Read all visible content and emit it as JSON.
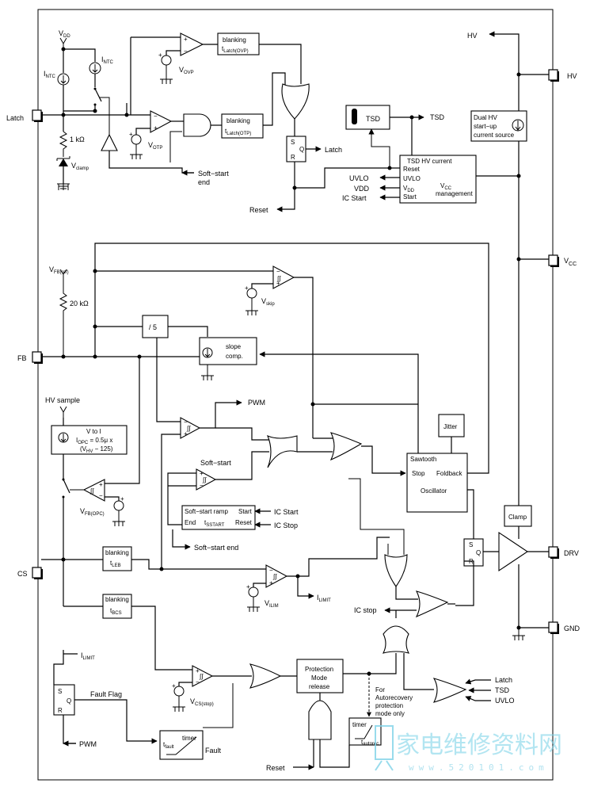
{
  "pins": {
    "latch": "Latch",
    "fb": "FB",
    "cs": "CS",
    "hv": "HV",
    "vcc": "V",
    "vcc_sub": "CC",
    "drv": "DRV",
    "gnd": "GND"
  },
  "labels": {
    "vdd_main": "V",
    "vdd_main_sub": "DD",
    "intc_left": "I",
    "intc_left_sub": "NTC",
    "intc_right": "I",
    "intc_right_sub": "NTC",
    "r_1k": "1 kΩ",
    "vclamp": "V",
    "vclamp_sub": "clamp",
    "vovp": "V",
    "vovp_sub": "OVP",
    "votp": "V",
    "votp_sub": "OTP",
    "blank_ovp_1": "blanking",
    "blank_ovp_2": "t",
    "blank_ovp_2_sub": "Latch(OVP)",
    "blank_otp_1": "blanking",
    "blank_otp_2": "t",
    "blank_otp_2_sub": "Latch(OTP)",
    "sq_s": "S",
    "sq_q": "Q",
    "sq_r": "R",
    "latch_out": "Latch",
    "softstart_end_1": "Soft−start",
    "softstart_end_2": "end",
    "reset_out": "Reset",
    "tsd_box": "TSD",
    "tsd_out": "TSD",
    "dualhv_1": "Dual HV",
    "dualhv_2": "start−up",
    "dualhv_3": "current source",
    "tsdhv_title": "TSD HV current",
    "vccm_reset": "Reset",
    "vccm_uvlo": "UVLO",
    "vccm_vdd": "V",
    "vccm_vdd_sub": "DD",
    "vccm_start": "Start",
    "vccm_title1": "V",
    "vccm_title1_sub": "CC",
    "vccm_title2": "management",
    "uvlo_in": "UVLO",
    "vdd_in": "VDD",
    "icstart_in": "IC Start",
    "hv_arrow": "HV",
    "vfb_ref": "V",
    "vfb_ref_sub": "FB(ref)",
    "r_20k": "20 kΩ",
    "vskip": "V",
    "vskip_sub": "skip",
    "div5": "/ 5",
    "slope_1": "slope",
    "slope_2": "comp.",
    "hv_sample": "HV sample",
    "vtoi_1": "V to I",
    "vtoi_2": "I",
    "vtoi_2_sub": "OPC",
    "vtoi_2b": " = 0.5μ x",
    "vtoi_3": "(V",
    "vtoi_3_sub": "HV",
    "vtoi_3b": " − 125)",
    "vfb_opc": "V",
    "vfb_opc_sub": "FB(OPC)",
    "pwm_top": "PWM",
    "softstart_cmp": "Soft−start",
    "ss_ramp": "Soft−start ramp",
    "ss_start": "Start",
    "ss_end": "End",
    "ss_tss": "t",
    "ss_tss_sub": "SSTART",
    "ss_reset": "Reset",
    "ic_start_in": "IC Start",
    "ic_stop_in": "IC Stop",
    "softstart_end_out": "Soft−start end",
    "jitter": "Jitter",
    "saw": "Sawtooth",
    "stop": "Stop",
    "foldback": "Foldback",
    "osc": "Oscillator",
    "clamp": "Clamp",
    "blank_leb_1": "blanking",
    "blank_leb_2": "t",
    "blank_leb_2_sub": "LEB",
    "vilim": "V",
    "vilim_sub": "ILIM",
    "ilimit_out": "I",
    "ilimit_out_sub": "LIMIT",
    "blank_bcs_1": "blanking",
    "blank_bcs_2": "t",
    "blank_bcs_2_sub": "BCS",
    "ic_stop_out": "IC stop",
    "ilimit_in": "I",
    "ilimit_in_sub": "LIMIT",
    "fault_flag": "Fault Flag",
    "pwm_in": "PWM",
    "timer_fault": "timer",
    "tfault": "t",
    "tfault_sub": "fault",
    "fault": "Fault",
    "vcs_stop": "V",
    "vcs_stop_sub": "CS(stop)",
    "prot_1": "Protection",
    "prot_2": "Mode",
    "prot_3": "release",
    "autorec_1": "For",
    "autorec_2": "Autorecovery",
    "autorec_3": "protection",
    "autorec_4": "mode only",
    "timer_auto": "timer",
    "tautorec": "t",
    "tautorec_sub": "autorec",
    "latch_in": "Latch",
    "tsd_in": "TSD",
    "uvlo_in2": "UVLO",
    "reset_in": "Reset",
    "schmitt": "∫∫"
  },
  "watermark": {
    "text": "家电维修资料网",
    "url": "www.520101.com"
  }
}
